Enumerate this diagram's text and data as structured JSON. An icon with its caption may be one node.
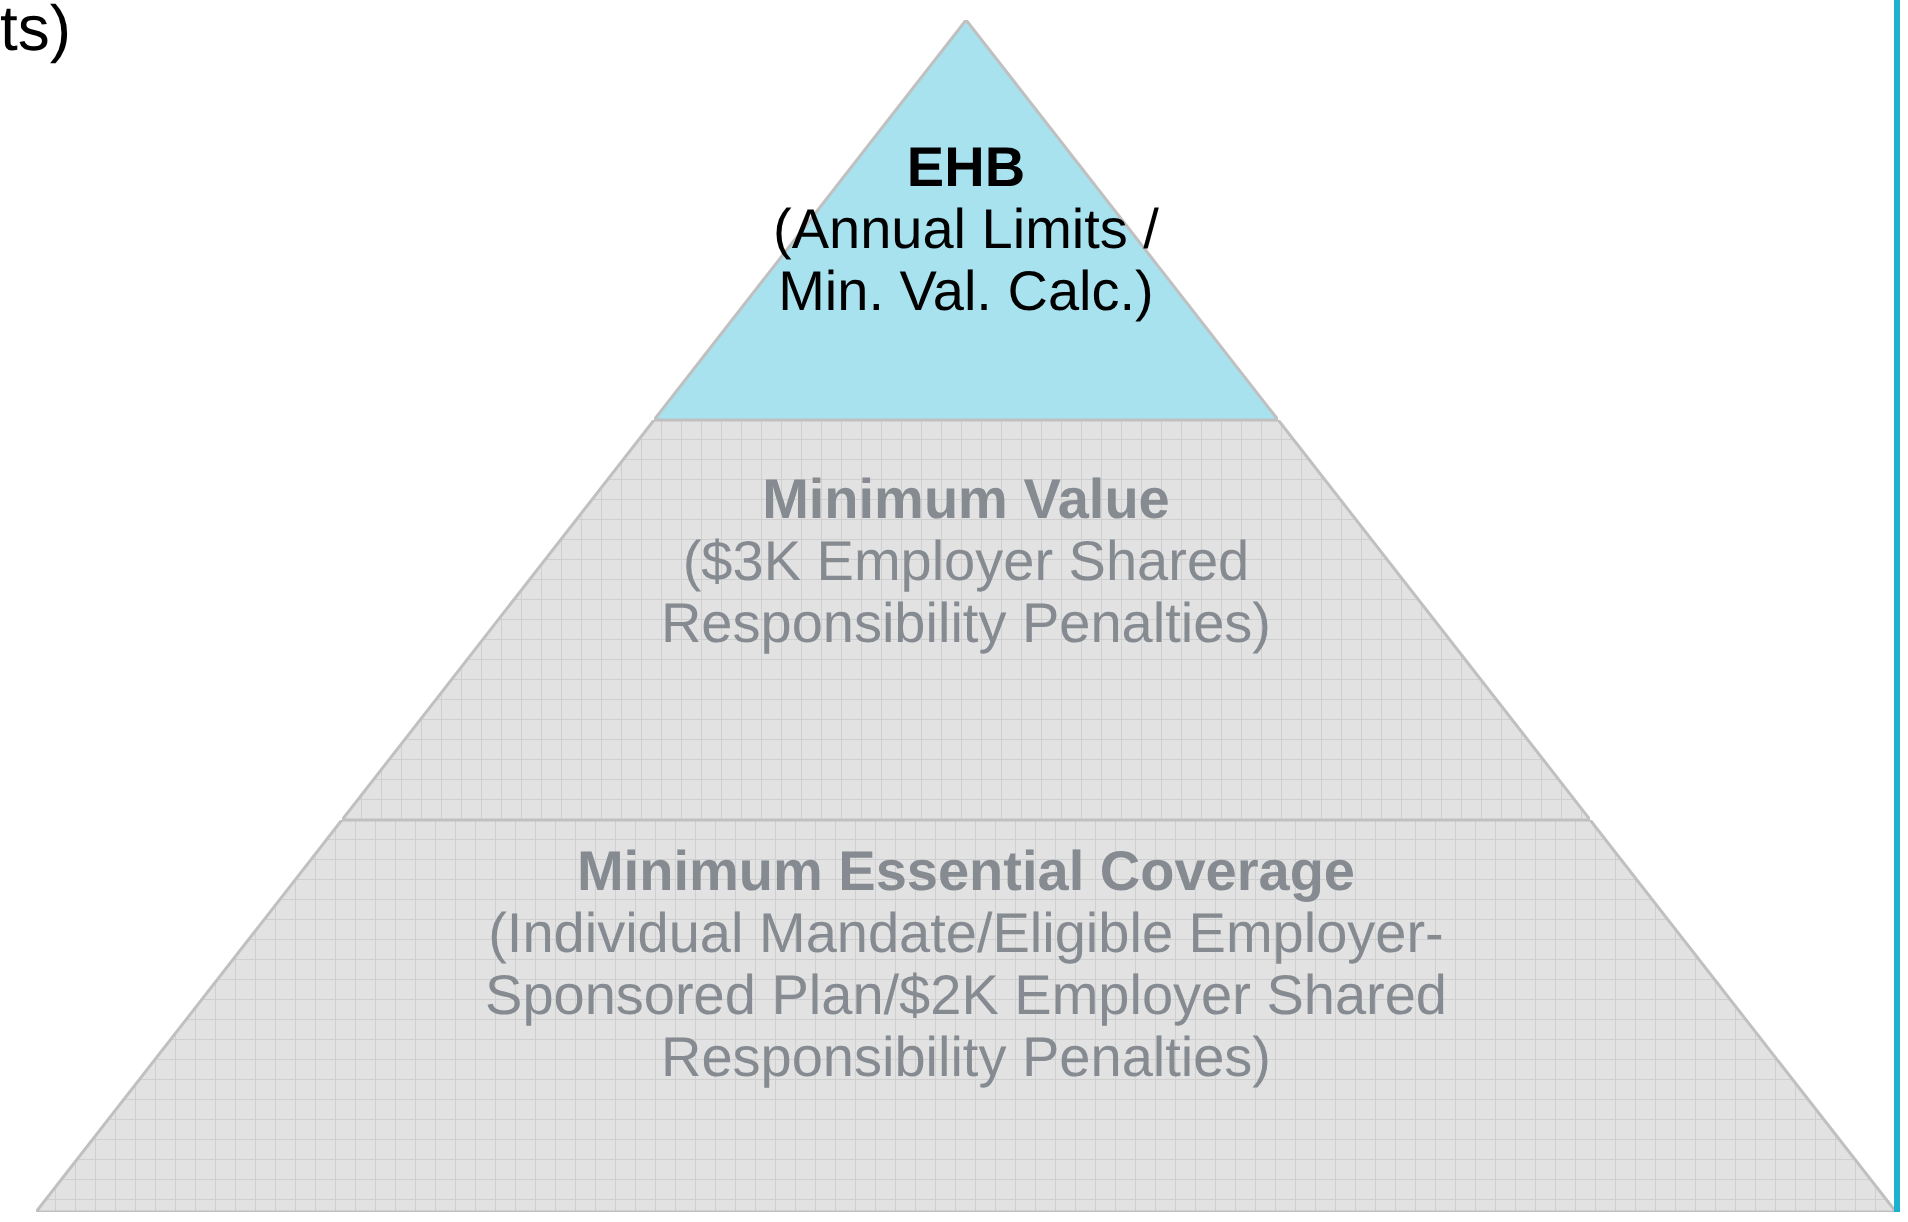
{
  "diagram": {
    "nodes": [
      {
        "text": [
          "EHB",
          "(Annual Limits / Min. Val. Calc.)"
        ]
      },
      {
        "text": [
          "Minimum Value",
          "($3K Employer Shared Responsibility Penalties)"
        ]
      },
      {
        "text": [
          "Minimum Essential Coverage",
          "(Individual Mandate/Eligible Employer-Sponsored Plan/$2K Employer Shared Responsibility Penalties)"
        ]
      }
    ],
    "edges": [],
    "labels": [
      "ts)"
    ]
  }
}
